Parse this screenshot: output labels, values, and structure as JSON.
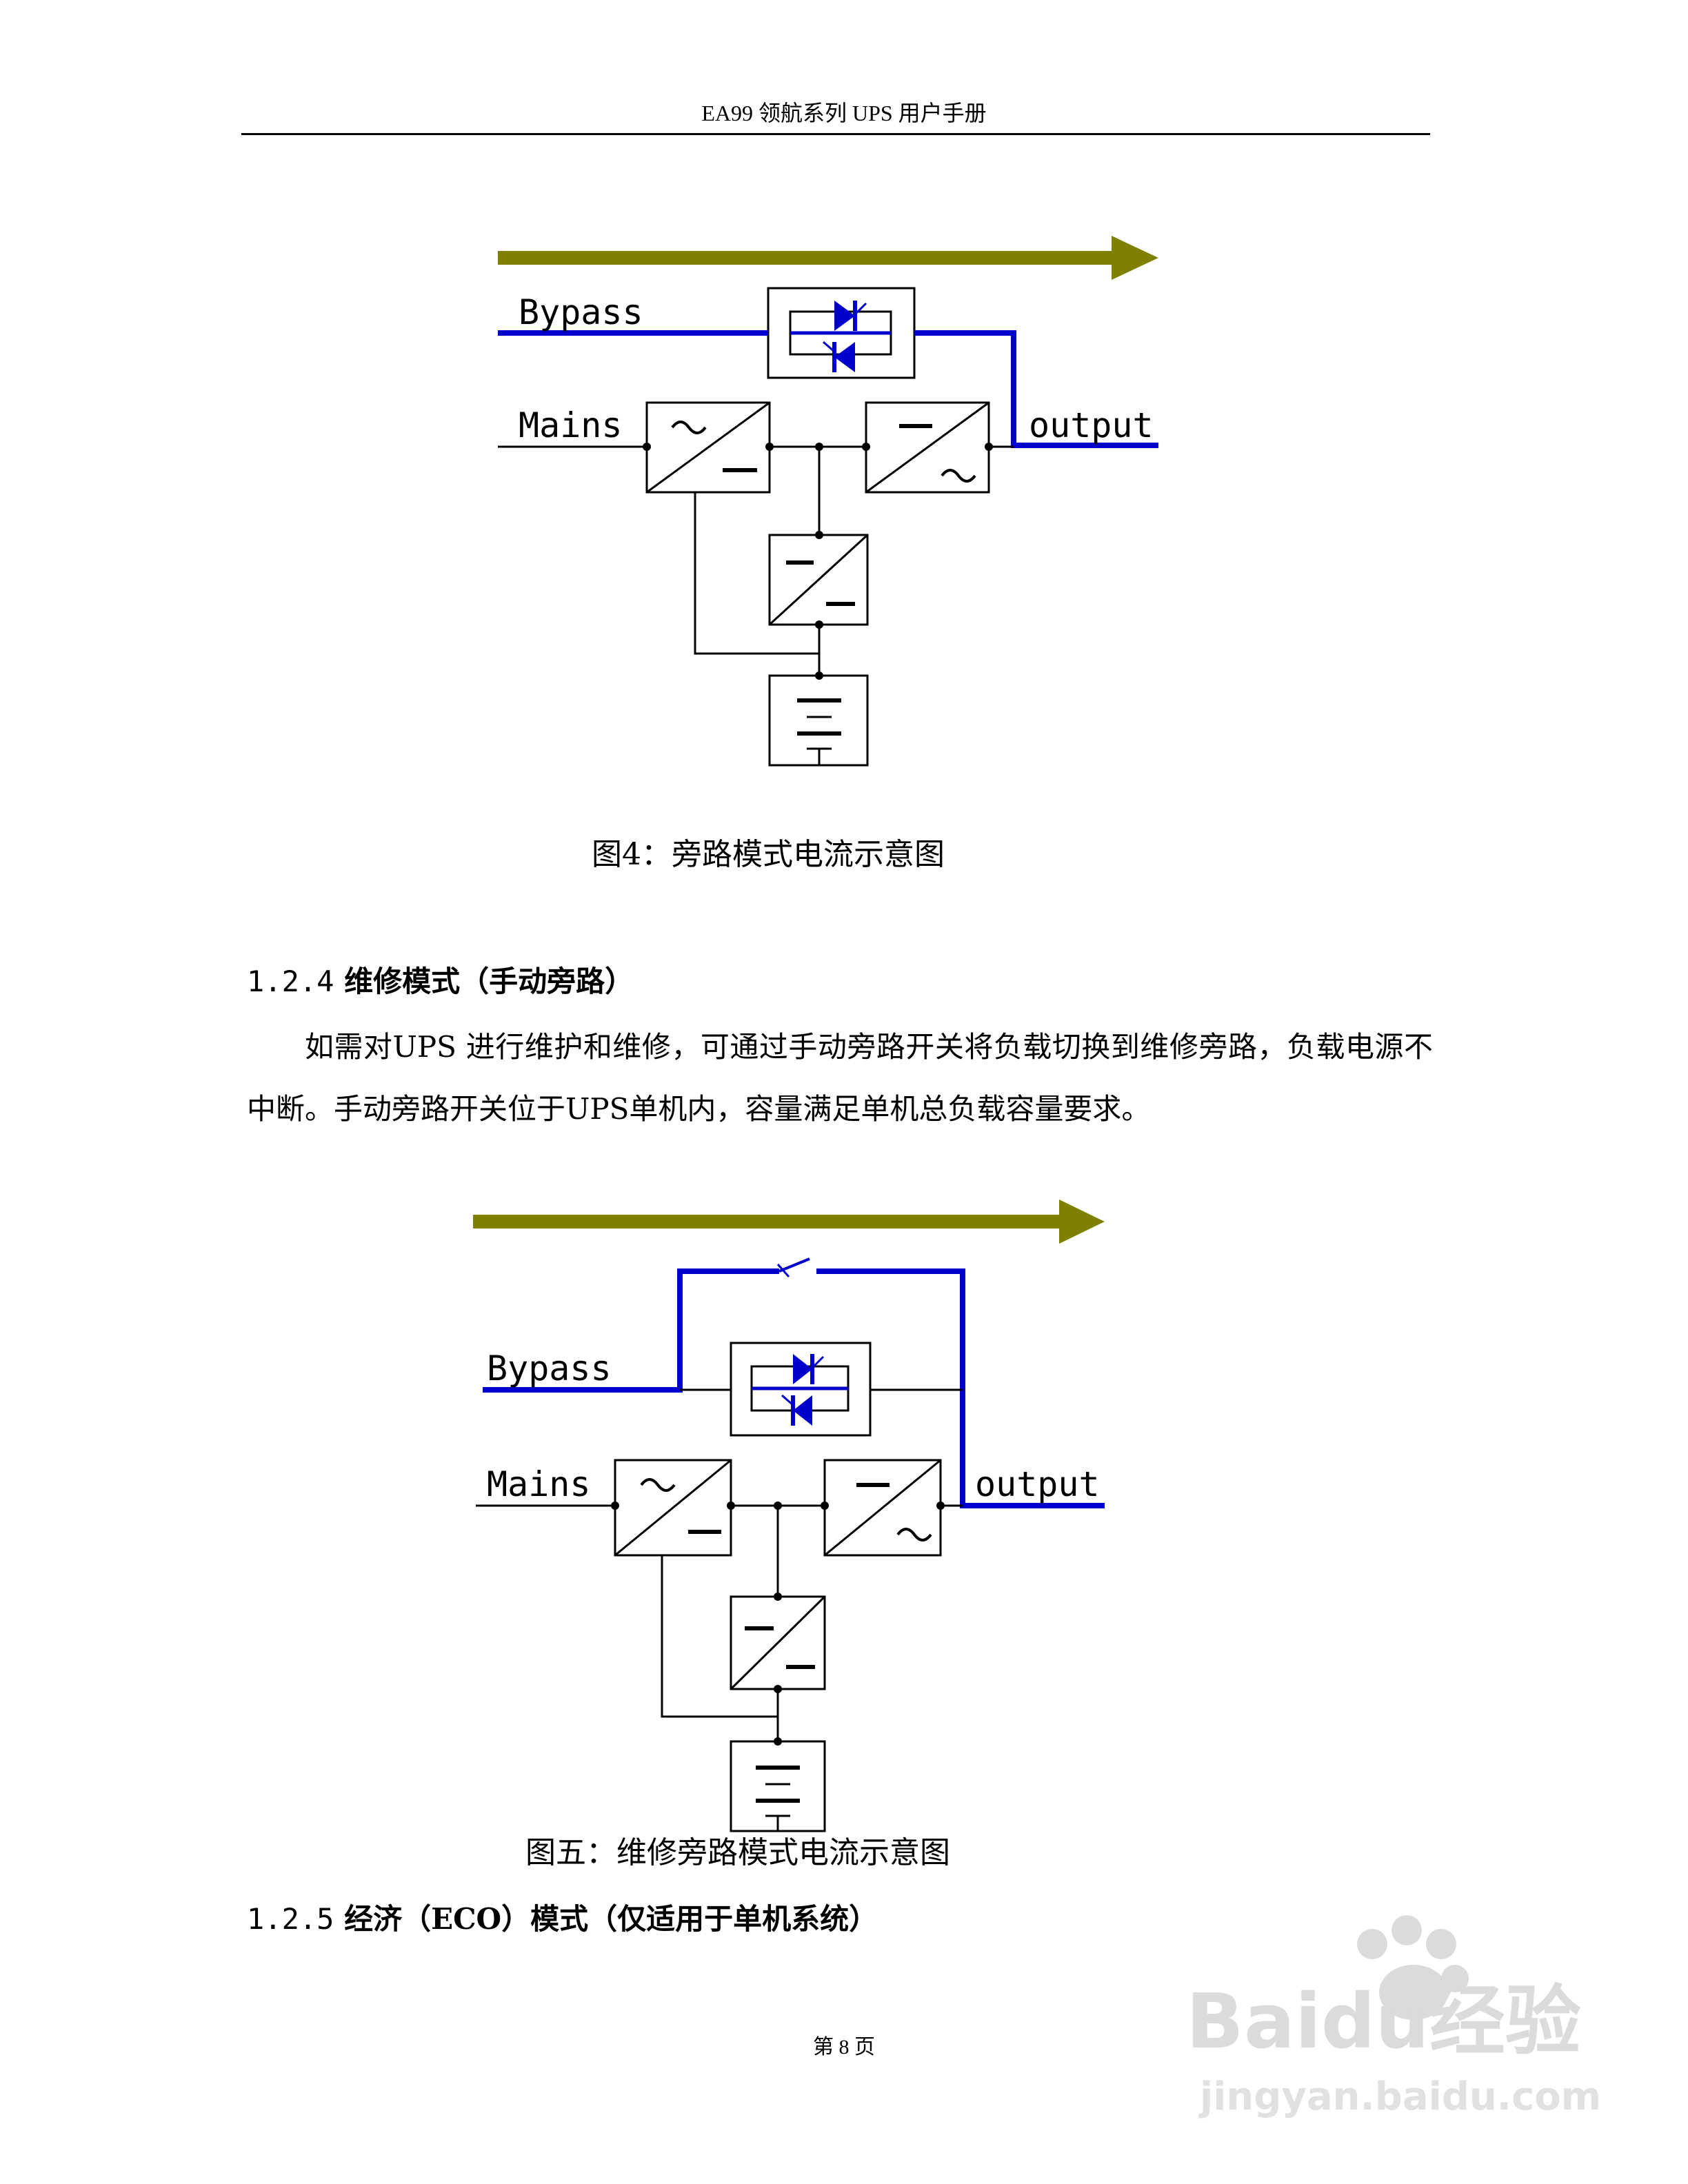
{
  "header": {
    "title": "EA99 领航系列 UPS 用户手册"
  },
  "figure4": {
    "labels": {
      "bypass": "Bypass",
      "mains": "Mains",
      "output": "output"
    },
    "caption": "图4：旁路模式电流示意图"
  },
  "section_124": {
    "number": "1.2.4",
    "title": "维修模式（手动旁路）",
    "paragraph": "如需对UPS 进行维护和维修，可通过手动旁路开关将负载切换到维修旁路，负载电源不中断。手动旁路开关位于UPS单机内，容量满足单机总负载容量要求。"
  },
  "figure5": {
    "labels": {
      "bypass": "Bypass",
      "mains": "Mains",
      "output": "output"
    },
    "caption": "图五：维修旁路模式电流示意图"
  },
  "section_125": {
    "number": "1.2.5",
    "title": "经济（ECO）模式（仅适用于单机系统）"
  },
  "footer": {
    "page": "第 8 页"
  },
  "watermark": {
    "brand": "Baidu经验",
    "url": "jingyan.baidu.com"
  },
  "colors": {
    "flow_arrow": "#808000",
    "current_path": "#0000cc",
    "wire": "#000000"
  }
}
